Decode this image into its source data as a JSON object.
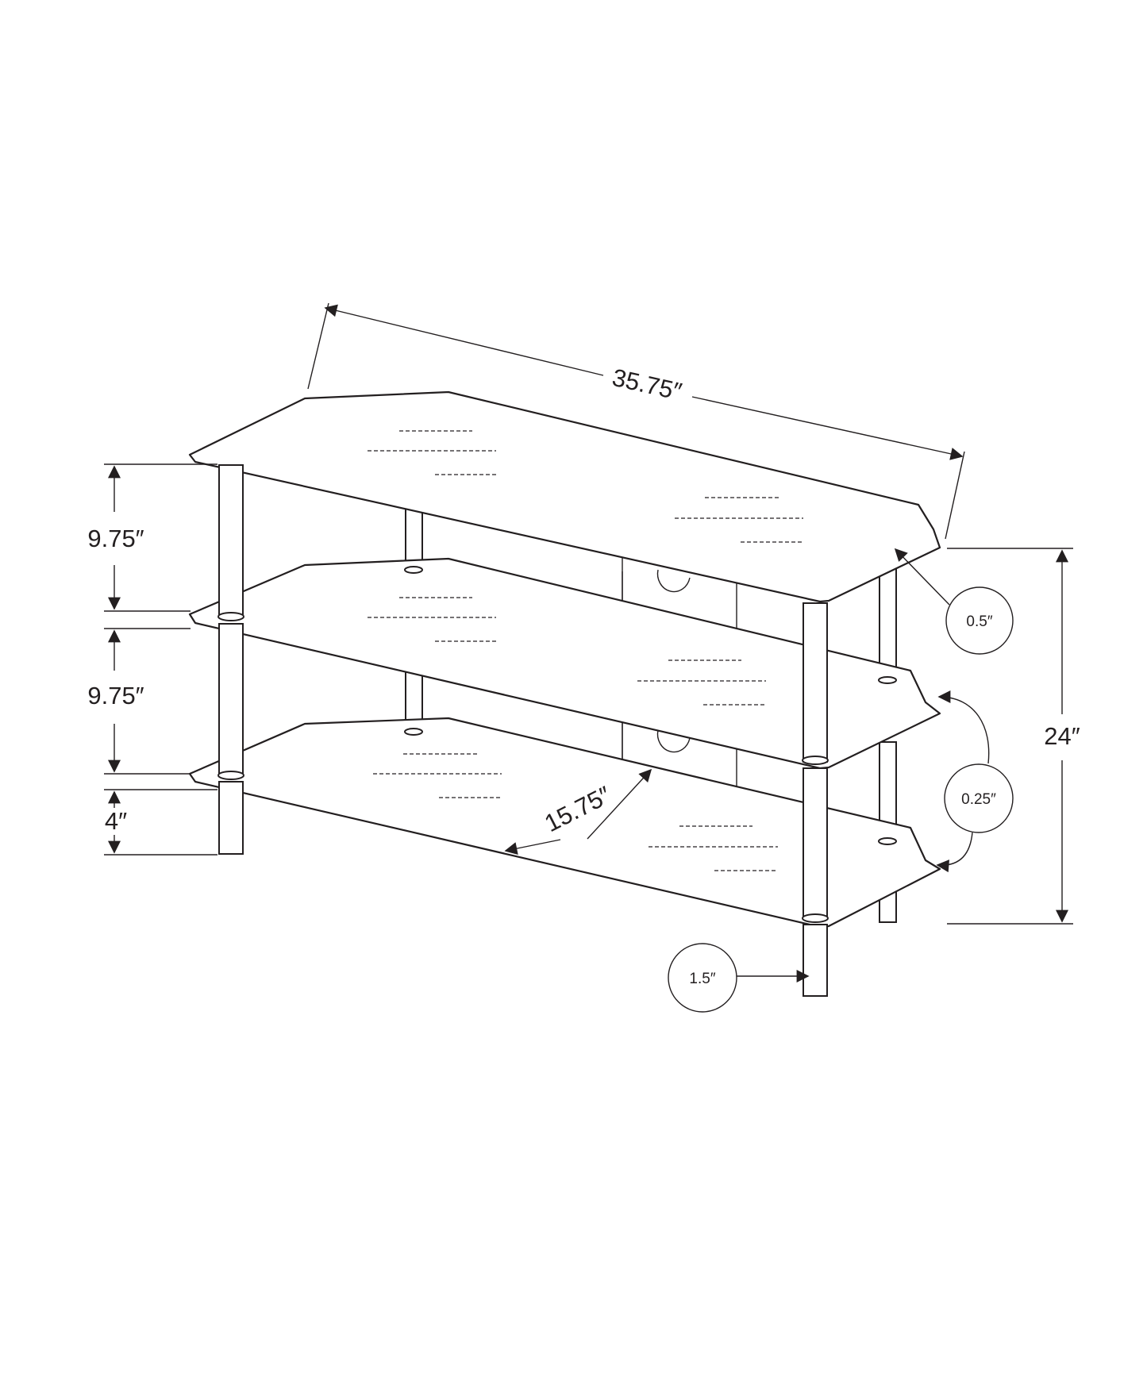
{
  "dimensions": {
    "width": "35.75″",
    "depth": "15.75″",
    "height": "24″",
    "shelf_gap_upper": "9.75″",
    "shelf_gap_lower": "9.75″",
    "leg_height": "4″",
    "top_glass_thickness": "0.5″",
    "lower_glass_thickness": "0.25″",
    "leg_diameter": "1.5″"
  },
  "colors": {
    "line": "#231f20",
    "background": "#ffffff"
  }
}
